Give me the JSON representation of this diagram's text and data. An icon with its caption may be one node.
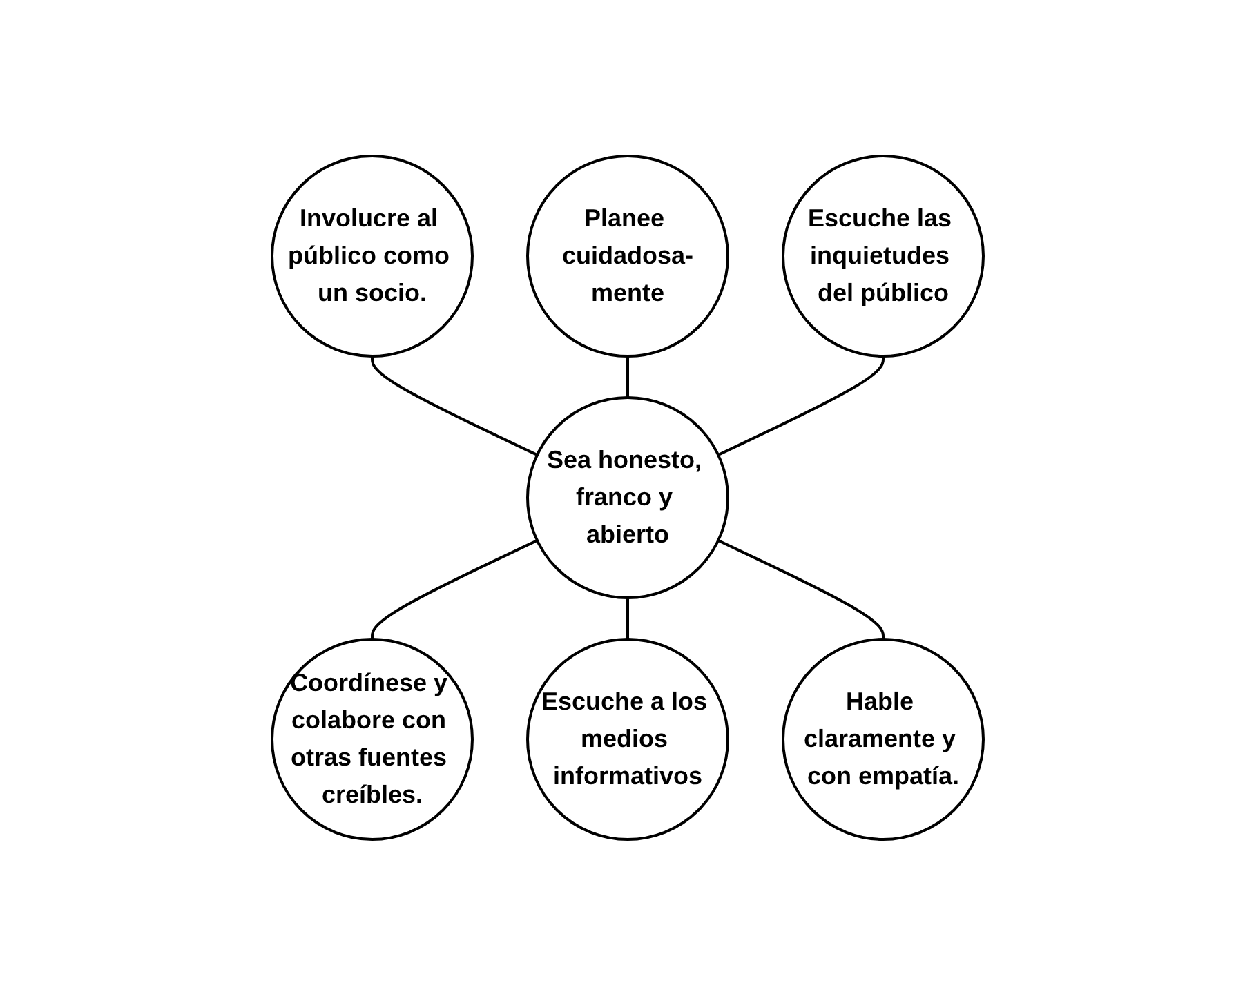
{
  "diagram": {
    "nodes": [
      {
        "text": [
          "Involucre al público como un socio."
        ]
      },
      {
        "text": [
          "Planee cuidadosa-mente"
        ]
      },
      {
        "text": [
          "Escuche las inquietudes del público"
        ]
      },
      {
        "text": [
          "Sea honesto, franco y abierto"
        ]
      },
      {
        "text": [
          "Coordínese y colabore con otras fuentes creíbles."
        ]
      },
      {
        "text": [
          "Escuche a los medios informativos"
        ]
      },
      {
        "text": [
          "Hable claramente y con empatía."
        ]
      }
    ],
    "edges": [
      {
        "from": 0,
        "to": 3,
        "arrow": "none"
      },
      {
        "from": 1,
        "to": 3,
        "arrow": "none"
      },
      {
        "from": 2,
        "to": 3,
        "arrow": "none"
      },
      {
        "from": 3,
        "to": 4,
        "arrow": "none"
      },
      {
        "from": 3,
        "to": 5,
        "arrow": "none"
      },
      {
        "from": 3,
        "to": 6,
        "arrow": "none"
      }
    ]
  }
}
